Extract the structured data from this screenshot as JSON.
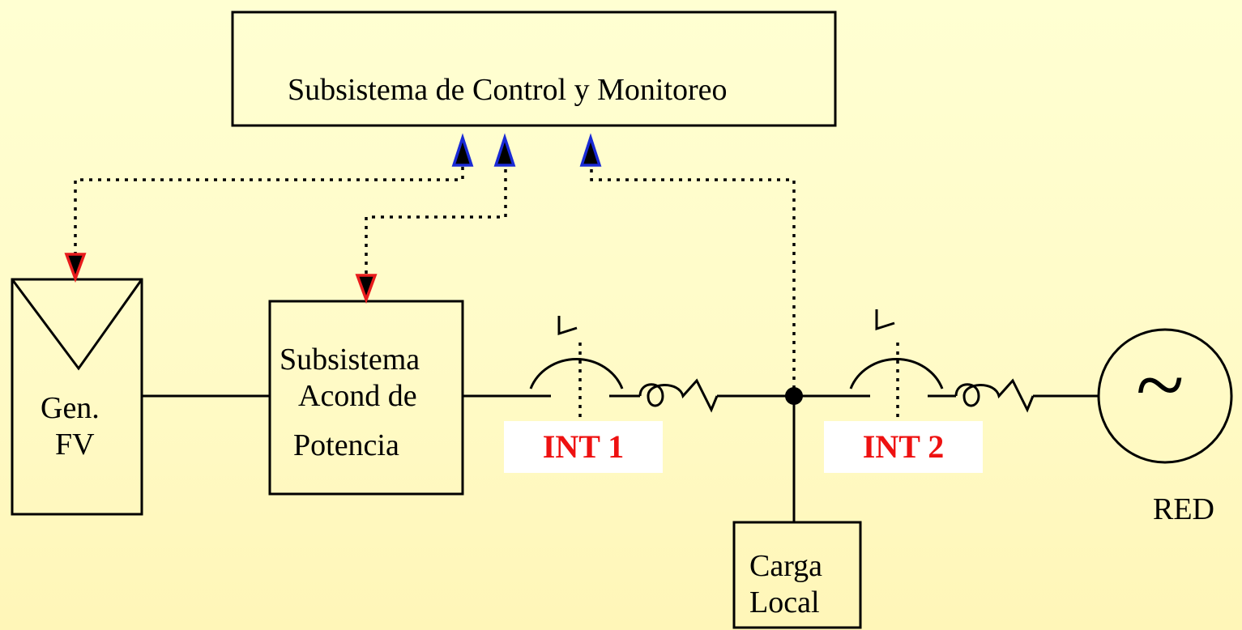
{
  "control_box": {
    "label": "Subsistema de Control y Monitoreo"
  },
  "pv_generator": {
    "line1": "Gen.",
    "line2": "FV"
  },
  "power_conditioner": {
    "line1": "Subsistema",
    "line2": "Acond de",
    "line3": "Potencia"
  },
  "breaker_1": {
    "label": "INT 1"
  },
  "breaker_2": {
    "label": "INT 2"
  },
  "load": {
    "line1": "Carga",
    "line2": "Local"
  },
  "grid": {
    "symbol": "~",
    "label": "RED"
  },
  "colors": {
    "background": "#fffbc8",
    "line": "#000000",
    "breaker_label": "#ee1111",
    "arrow_to_control": "#1a2bd6",
    "arrow_to_device": "#e81c1c"
  }
}
